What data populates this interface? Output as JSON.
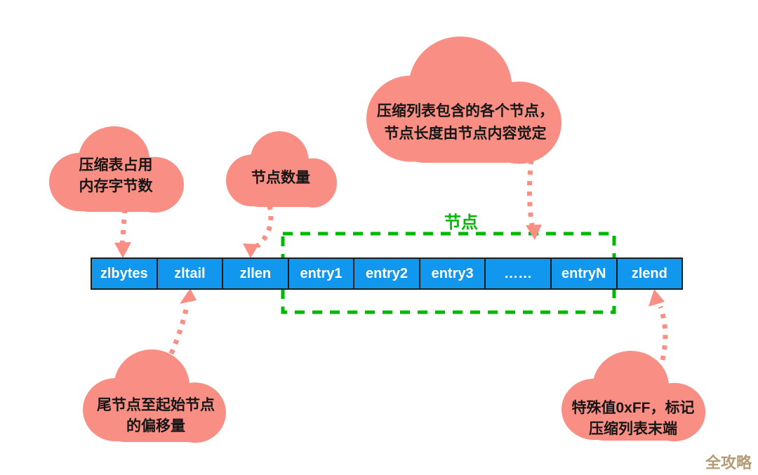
{
  "diagram": {
    "node_group_label": "节点",
    "watermark": "全攻略",
    "cells": [
      "zlbytes",
      "zltail",
      "zllen",
      "entry1",
      "entry2",
      "entry3",
      "……",
      "entryN",
      "zlend"
    ],
    "callouts": {
      "zlbytes": "压缩表占用\n内存字节数",
      "zllen": "节点数量",
      "entries": "压缩列表包含的各个节点，\n节点长度由节点内容觉定",
      "zltail": "尾节点至起始节点\n的偏移量",
      "zlend": "特殊值0xFF，标记\n压缩列表末端"
    },
    "colors": {
      "bar_blue": "#1197ee",
      "bar_border": "#1c1c1c",
      "cloud_pink": "#f98e84",
      "green": "#00b802",
      "callout_text": "#161616",
      "cell_text": "#ffffff",
      "watermark_tan": "#b39b75"
    }
  }
}
